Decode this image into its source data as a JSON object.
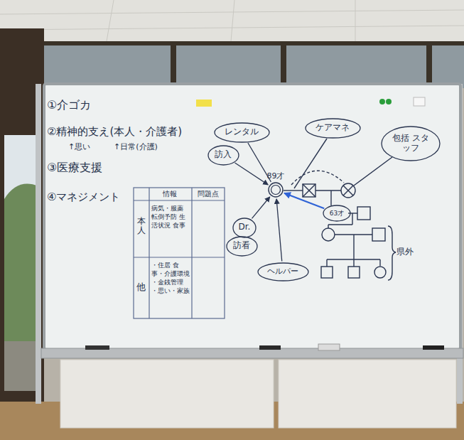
{
  "diagram": {
    "nodes": [
      {
        "text": [
          "レンタル"
        ]
      },
      {
        "text": [
          "ケアマネ"
        ]
      },
      {
        "text": [
          "訪入"
        ]
      },
      {
        "text": [
          "Dr."
        ]
      },
      {
        "text": [
          "訪看"
        ]
      },
      {
        "text": [
          "ヘルパー"
        ]
      },
      {
        "text": [
          "包括 スタッフ"
        ]
      },
      {
        "text": [
          "89才"
        ]
      },
      {
        "text": [
          "63才"
        ]
      }
    ],
    "edges": [
      {
        "from": 0,
        "to": 7,
        "arrow": "none"
      },
      {
        "from": 2,
        "to": 7,
        "arrow": "to"
      },
      {
        "from": 3,
        "to": 7,
        "arrow": "to"
      },
      {
        "from": 5,
        "to": 7,
        "arrow": "to"
      },
      {
        "from": 8,
        "to": 7,
        "arrow": "to"
      }
    ],
    "labels": [
      "①介ゴカ",
      "②精神的支え(本人・介護者)",
      "↑思い",
      "↑日常(介護)",
      "③医療支援",
      "④マネジメント",
      "情報",
      "問題点",
      "本人",
      "病気・服薬 転倒予防 生活状況 食事",
      "他",
      "・住居 食事・介護環境 ・金銭管理 ・思い・家族",
      "県外"
    ]
  }
}
